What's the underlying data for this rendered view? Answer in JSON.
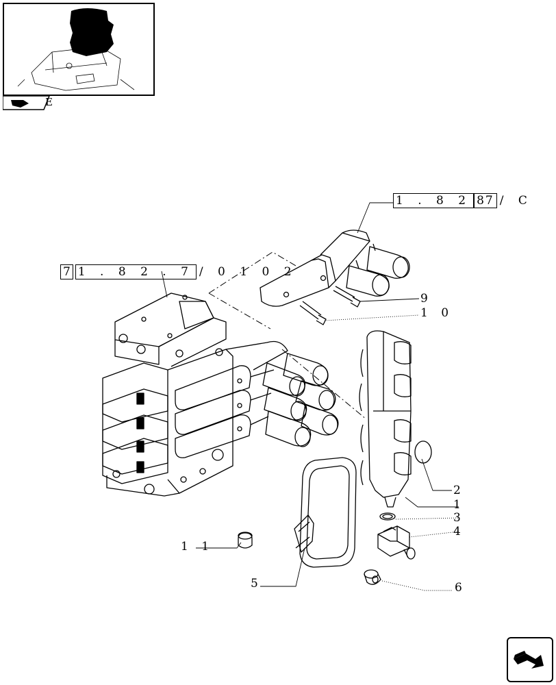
{
  "thumbnail_tab_label": "E",
  "refs": {
    "top_right": {
      "part1": "1 . 8 2",
      "part2": "87",
      "part3": "/ C"
    },
    "left": {
      "part1": "7",
      "part2": "1 . 8 2 . 7",
      "part3": "/ 0 1   0 2"
    }
  },
  "callouts": {
    "c1": "1",
    "c2": "2",
    "c3": "3",
    "c4": "4",
    "c5": "5",
    "c6": "6",
    "c9": "9",
    "c10": "1 0",
    "c11": "1 1"
  }
}
